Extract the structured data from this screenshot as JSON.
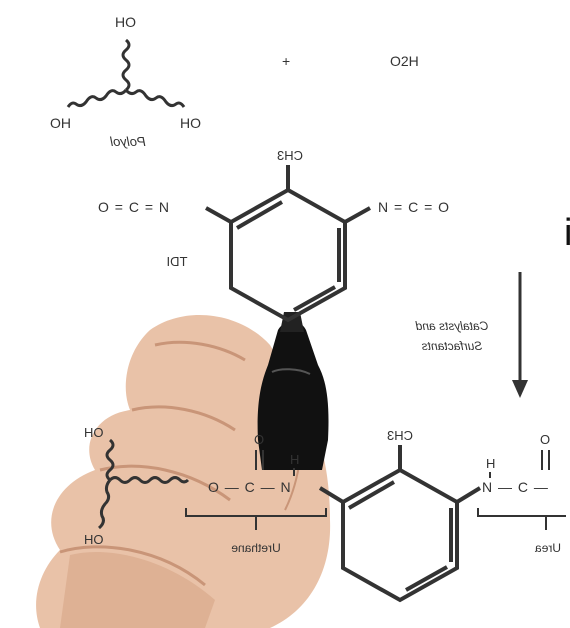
{
  "labels": {
    "oh_top": "HO",
    "oh_left": "OH",
    "oh_right": "HO",
    "plus": "+",
    "water": "O2H",
    "polyol": "Polyol",
    "ch3_top": "CH3",
    "left_group": "O = C = N",
    "right_group": "N = C = O",
    "tdi": "TDI",
    "catalyst_line1": "Catalysts and",
    "catalyst_line2": "Surfactants",
    "side_text": "i:",
    "ho_bottom_top": "HO",
    "ho_bottom_bot": "HO",
    "o_left": "O",
    "h_left": "H",
    "urethane_chain": "O — C — N",
    "ch3_bottom": "CH3",
    "o_right": "O",
    "h_right": "H",
    "urea_chain": "N — C —",
    "urethane": "Urethane",
    "urea": "Urea"
  },
  "colors": {
    "line": "#333333",
    "skin": "#e9c2a8",
    "skin_shadow": "#c99578",
    "marker": "#111111"
  }
}
